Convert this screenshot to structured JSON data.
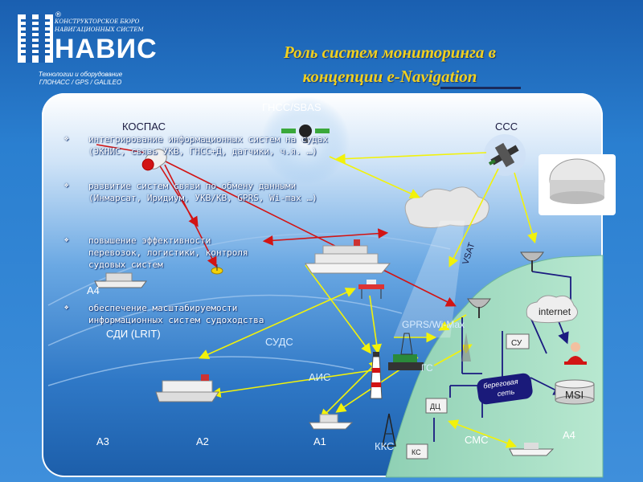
{
  "header": {
    "logo_small_line1": "КОНСТРУКТОРСКОЕ БЮРО",
    "logo_small_line2": "НАВИГАЦИОННЫХ СИСТЕМ",
    "logo_name": "НАВИС",
    "logo_reg": "®",
    "tagline_line1": "Технологии и оборудование",
    "tagline_line2": "ГЛОНАСС / GPS / GALILEO",
    "title_line1": "Роль систем мониторинга в",
    "title_line2": "концепции e-Navigation"
  },
  "bullets": [
    {
      "line1": "интегрирование информационных систем на судах",
      "line2": "(ЭКНИС, связь УКВ, ГНСС+Д, датчики, ч.я. …)"
    },
    {
      "line1": "развитие систем связи по обмену данными",
      "line2": "(Инмарсат, Иридиум, УКВ/КВ, GPRS, Wi-max …)"
    },
    {
      "line1": "повышение эффективности",
      "line2": "перевозок, логистики, контроля",
      "line3": "судовых систем"
    },
    {
      "line1": "обеспечение масштабируемости",
      "line2": "информационных систем судоходства"
    }
  ],
  "labels": {
    "gnss": "ГНСС/SBAS",
    "kospas": "КОСПАС",
    "sss": "ССС",
    "a4_left": "А4",
    "sdi": "СДИ (LRIT)",
    "suds": "СУДС",
    "ais": "АИС",
    "gprs": "GPRS/Wi-Max",
    "vsat": "VSAT",
    "gs": "ГС",
    "internet": "internet",
    "su": "СУ",
    "shore_net_line1": "береговая",
    "shore_net_line2": "сеть",
    "msi": "MSI",
    "dc": "ДЦ",
    "ks": "КС",
    "kks": "ККС",
    "sms": "СМС",
    "a3": "А3",
    "a2": "А2",
    "a1": "А1",
    "a4_right": "А4"
  },
  "colors": {
    "title": "#f0d020",
    "panel_sky": "#cfe3f7",
    "sea": "#2f78c6",
    "land": "#9fd8b8",
    "yellow_link": "#f2f20a",
    "red_link": "#d21414",
    "navy_link": "#1a1a80"
  }
}
